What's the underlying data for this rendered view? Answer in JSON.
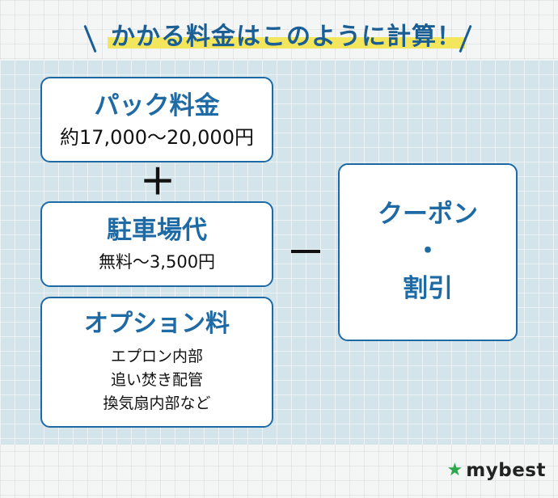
{
  "title": {
    "text": "かかる料金はこのように計算！",
    "accent_color": "#1b5e93",
    "highlight_color": "#f3e55c"
  },
  "boxes": {
    "pack": {
      "title": "パック料金",
      "subtitle": "約17,000〜20,000円"
    },
    "operator_plus": "＋",
    "parking": {
      "title": "駐車場代",
      "subtitle": "無料〜3,500円"
    },
    "option": {
      "title": "オプション料",
      "items": [
        "エプロン内部",
        "追い焚き配管",
        "換気扇内部など"
      ]
    },
    "coupon": {
      "line1": "クーポン",
      "line2": "・",
      "line3": "割引"
    }
  },
  "brand": {
    "icon": "star-icon",
    "name": "mybest",
    "icon_color": "#2ba84a"
  },
  "colors": {
    "box_border": "#1e6aa5",
    "panel_bg": "#d3e4ea"
  }
}
